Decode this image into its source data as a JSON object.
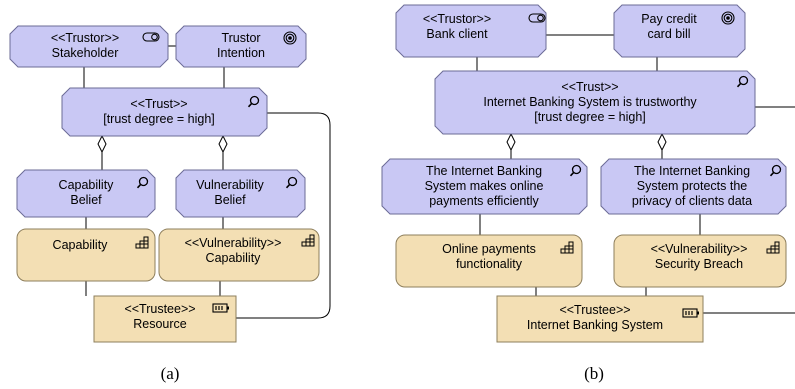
{
  "colors": {
    "purple_fill": "#c9c8f4",
    "purple_stroke": "#6b6b96",
    "tan_fill": "#f3dfb4",
    "tan_stroke": "#8e7f5d",
    "line": "#000000"
  },
  "diagram_a": {
    "caption": "(a)",
    "nodes": {
      "stakeholder": {
        "line1": "<<Trustor>>",
        "line2": "Stakeholder",
        "icon": "role-icon"
      },
      "trustor_intention": {
        "line1": "Trustor",
        "line2": "Intention",
        "icon": "goal-icon"
      },
      "trust": {
        "line1": "<<Trust>>",
        "line2": "[trust degree = high]",
        "icon": "magnifier-icon"
      },
      "capability_belief": {
        "line1": "Capability",
        "line2": "Belief",
        "icon": "magnifier-icon"
      },
      "vulnerability_belief": {
        "line1": "Vulnerability",
        "line2": "Belief",
        "icon": "magnifier-icon"
      },
      "capability": {
        "line1": "Capability",
        "icon": "capability-icon"
      },
      "vulnerability_capability": {
        "line1": "<<Vulnerability>>",
        "line2": "Capability",
        "icon": "capability-icon"
      },
      "resource": {
        "line1": "<<Trustee>>",
        "line2": "Resource",
        "icon": "resource-icon"
      }
    }
  },
  "diagram_b": {
    "caption": "(b)",
    "nodes": {
      "bank_client": {
        "line1": "<<Trustor>>",
        "line2": "Bank client",
        "icon": "role-icon"
      },
      "pay_bill": {
        "line1": "Pay credit",
        "line2": "card bill",
        "icon": "goal-icon"
      },
      "trust": {
        "line1": "<<Trust>>",
        "line2": "Internet Banking System is trustworthy",
        "line3": "[trust degree = high]",
        "icon": "magnifier-icon"
      },
      "belief_payments": {
        "line1": "The Internet Banking",
        "line2": "System makes online",
        "line3": "payments  efficiently",
        "icon": "magnifier-icon"
      },
      "belief_privacy": {
        "line1": "The Internet Banking",
        "line2": "System protects the",
        "line3": "privacy of clients data",
        "icon": "magnifier-icon"
      },
      "online_payments": {
        "line1": "Online payments",
        "line2": "functionality",
        "icon": "capability-icon"
      },
      "security_breach": {
        "line1": "<<Vulnerability>>",
        "line2": "Security Breach",
        "icon": "capability-icon"
      },
      "ibs": {
        "line1": "<<Trustee>>",
        "line2": "Internet Banking System",
        "icon": "resource-icon"
      }
    }
  }
}
